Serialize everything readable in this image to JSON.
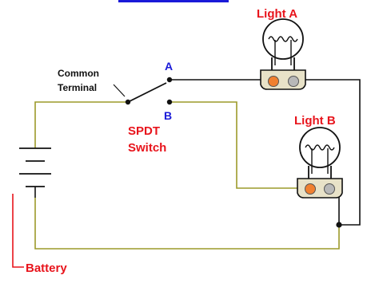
{
  "labels": {
    "light_a": "Light A",
    "light_b": "Light B",
    "terminal_a": "A",
    "terminal_b": "B",
    "common_line1": "Common",
    "common_line2": "Terminal",
    "switch_line1": "SPDT",
    "switch_line2": "Switch",
    "battery": "Battery"
  },
  "colors": {
    "label_red": "#e8141c",
    "label_blue": "#1a1ad8",
    "wire_olive": "#9c9a2a",
    "wire_black": "#111111",
    "header_bar": "#1a1ad8",
    "terminal_orange": "#f08030",
    "terminal_gray": "#b8b8b8"
  },
  "icons": {
    "light_a": "light-bulb-icon",
    "light_b": "light-bulb-icon",
    "battery": "battery-icon",
    "switch": "spdt-switch-icon"
  }
}
